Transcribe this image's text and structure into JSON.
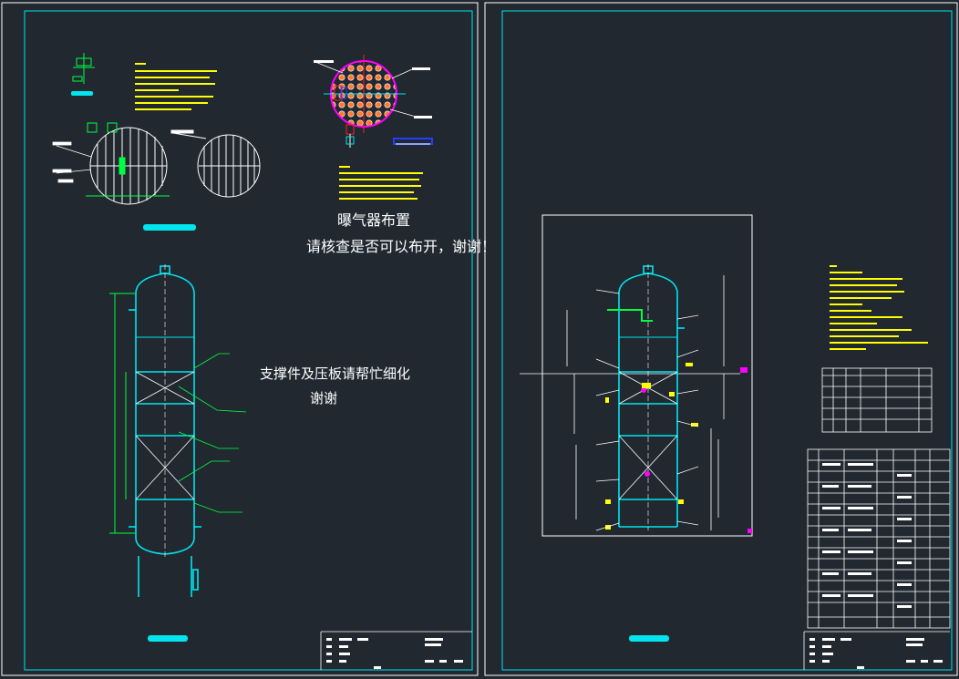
{
  "colors": {
    "background": "#212830",
    "cyan": "#00e5ee",
    "white": "#ffffff",
    "yellow": "#ffff00",
    "green": "#00ff40",
    "red": "#ff2020",
    "magenta": "#ff00ff",
    "blue": "#2040ff"
  },
  "left_sheet": {
    "aerator_title": "曝气器布置",
    "aerator_request": "请核查是否可以布开，谢谢！",
    "support_note_line1": "支撑件及压板请帮忙细化",
    "support_note_line2": "谢谢"
  }
}
